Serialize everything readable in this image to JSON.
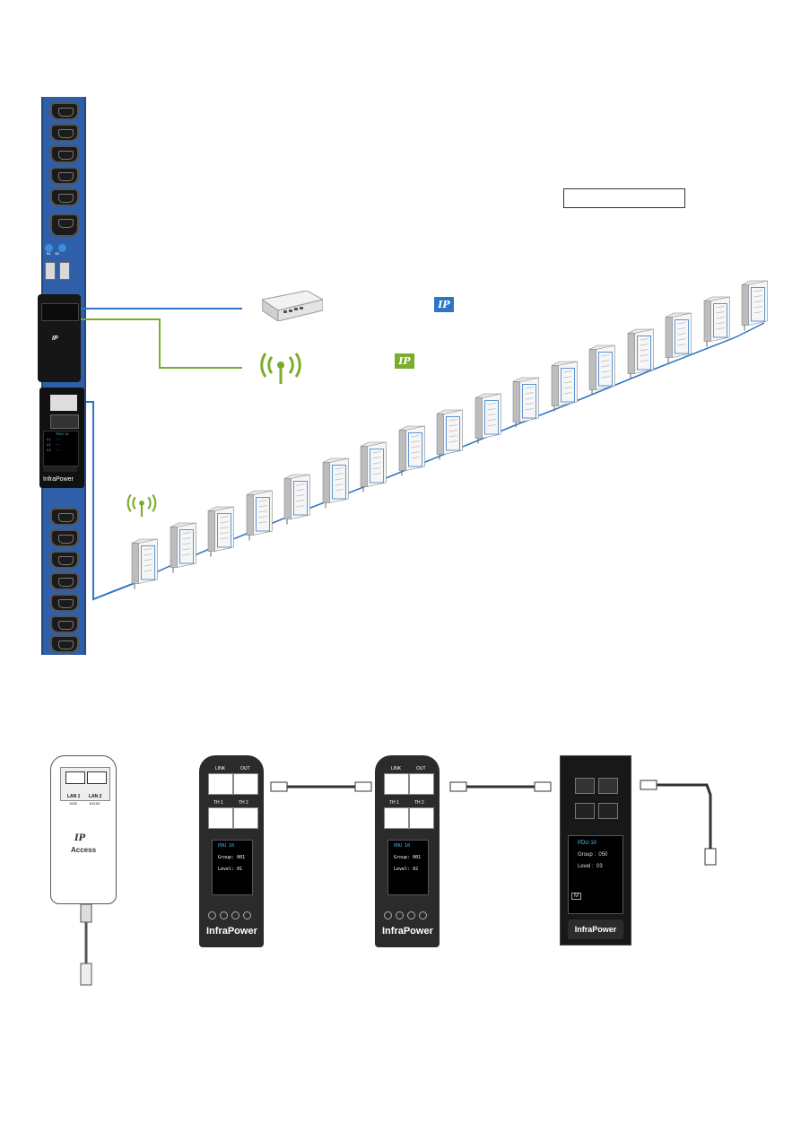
{
  "pdu": {
    "controller_brand": "IP",
    "display_title": "PDU 10",
    "brand_name": "InfraPower",
    "breaker_labels": [
      "B1",
      "B2"
    ]
  },
  "access_device": {
    "lan1": "LAN 1",
    "lan2": "LAN 2",
    "lan1_speed": "1000",
    "lan2_speed": "10/100",
    "logo": "IP",
    "name": "Access"
  },
  "panels": [
    {
      "port_link": "LINK",
      "port_out": "OUT",
      "th1": "TH 1",
      "th2": "TH 2",
      "title": "PDU 10",
      "group": "Group: 001",
      "level": "Level: 01",
      "brand": "InfraPower"
    },
    {
      "port_link": "LINK",
      "port_out": "OUT",
      "th1": "TH 1",
      "th2": "TH 2",
      "title": "PDU 10",
      "group": "Group: 001",
      "level": "Level: 02",
      "brand": "InfraPower"
    }
  ],
  "panel4": {
    "title": "PDU 10",
    "group_label": "Group :",
    "group_value": "050",
    "level_label": "Level :",
    "level_value": "03",
    "m_button": "M",
    "brand": "InfraPower"
  },
  "badges": {
    "wired": "IP",
    "wireless": "IP"
  },
  "colors": {
    "wired_line": "#2e75c4",
    "wireless_line": "#7aad2c",
    "pdu_blue": "#2f5fa8"
  }
}
